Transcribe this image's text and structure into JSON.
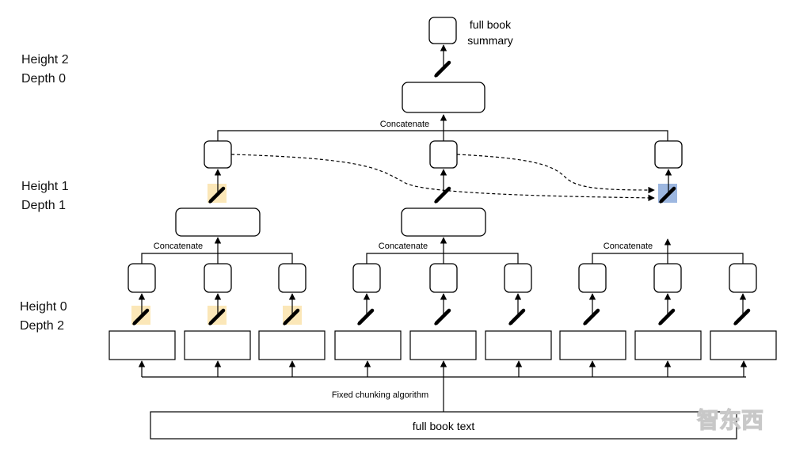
{
  "level_labels": [
    {
      "height": "Height 2",
      "depth": "Depth 0"
    },
    {
      "height": "Height 1",
      "depth": "Depth 1"
    },
    {
      "height": "Height 0",
      "depth": "Depth 2"
    }
  ],
  "labels": {
    "summary_line1": "full book",
    "summary_line2": "summary",
    "concatenate": "Concatenate",
    "chunking": "Fixed chunking algorithm",
    "full_text": "full book text",
    "watermark": "智东西"
  },
  "colors": {
    "highlight_yellow": "#fbe7b8",
    "highlight_blue": "#9db7e0",
    "stroke": "#000000"
  },
  "icons": {
    "model": "pen-icon"
  }
}
